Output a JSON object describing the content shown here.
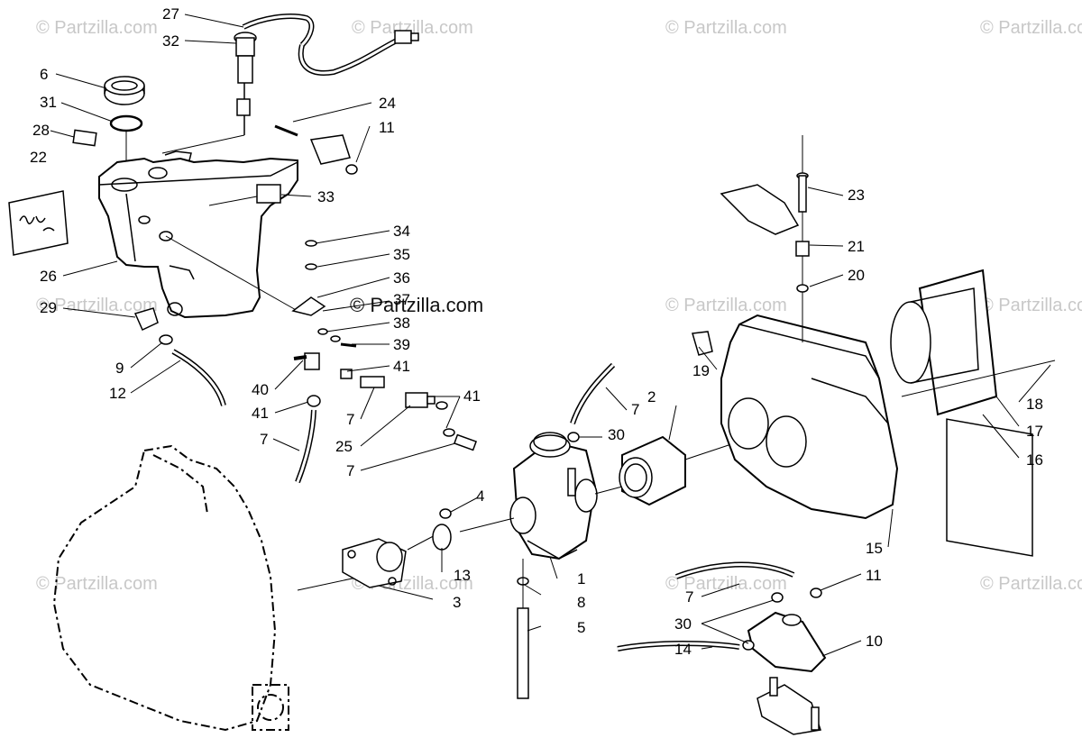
{
  "watermarks": {
    "corner": "© Partzilla.com",
    "center": "© Partzilla.com"
  },
  "callouts": [
    "27",
    "32",
    "6",
    "31",
    "28",
    "22",
    "26",
    "29",
    "9",
    "12",
    "24",
    "11",
    "33",
    "34",
    "35",
    "36",
    "37",
    "38",
    "39",
    "40",
    "41",
    "41",
    "41",
    "7",
    "7",
    "25",
    "7",
    "23",
    "21",
    "20",
    "19",
    "2",
    "7",
    "30",
    "4",
    "13",
    "3",
    "1",
    "8",
    "5",
    "18",
    "17",
    "16",
    "15",
    "11",
    "7",
    "30",
    "14",
    "10"
  ],
  "colors": {
    "line": "#000000",
    "watermark": "#c8c8c8",
    "background": "#ffffff"
  }
}
